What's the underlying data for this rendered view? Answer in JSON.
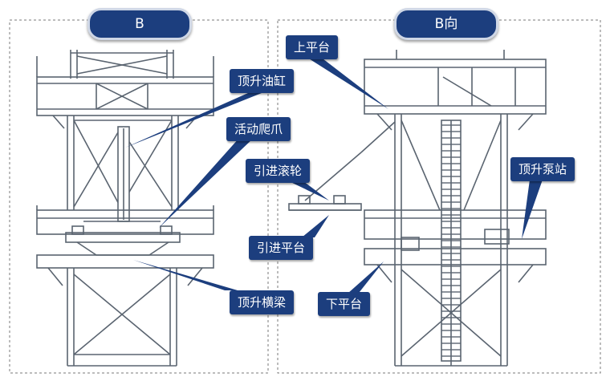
{
  "panels": {
    "left_title": "B",
    "right_title": "B向"
  },
  "labels": {
    "jacking_cylinder": "顶升油缸",
    "climbing_claw": "活动爬爪",
    "jacking_beam": "顶升横梁",
    "upper_platform": "上平台",
    "guide_roller": "引进滚轮",
    "guide_platform": "引进平台",
    "lower_platform": "下平台",
    "pump_station": "顶升泵站"
  },
  "colors": {
    "label_bg": "#1c3e7e",
    "label_text": "#ffffff",
    "line": "#5a6470",
    "frame_border": "#7a7a7a"
  }
}
